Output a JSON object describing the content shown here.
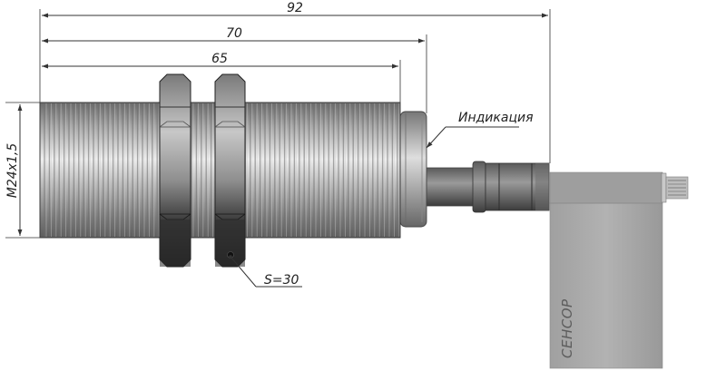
{
  "dimensions": {
    "total_length": "92",
    "body_with_led": "70",
    "thread_length": "65",
    "thread_spec": "M24x1,5",
    "wrench_size": "S=30"
  },
  "callouts": {
    "indication": "Индикация"
  },
  "cable_label": "СЕНСОР",
  "colors": {
    "metal_light": "#e8e8e8",
    "metal_dark": "#5a5a5a",
    "nut_dark": "#2e2e2e",
    "cable": "#a9a9a9",
    "line": "#333333"
  }
}
